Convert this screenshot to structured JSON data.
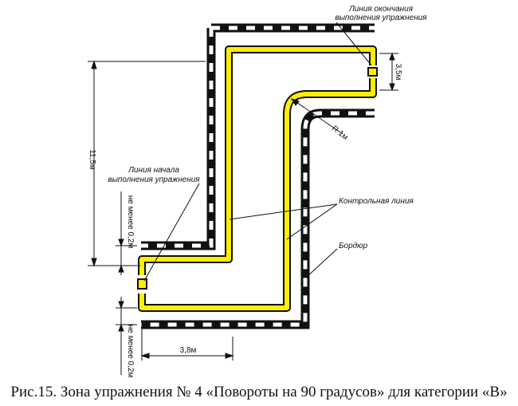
{
  "labels": {
    "end_line_1": "Линия окончания",
    "end_line_2": "выполнения упражнения",
    "start_line_1": "Линия начала",
    "start_line_2": "выполнения упражнения",
    "control_line": "Контрольная линия",
    "border": "Бордюр"
  },
  "dimensions": {
    "height": "11,5м",
    "width": "3,8м",
    "end_zone": "3,5м",
    "radius": "R 1м",
    "min_gap_top": "не менее 0,2м",
    "min_gap_bottom": "не менее 0,2м"
  },
  "caption": "Рис.15. Зона упражнения № 4 «Повороты на 90 градусов» для категории «В»",
  "colors": {
    "control_line": "#ffee00",
    "border_dark": "#111111",
    "border_light": "#ffffff"
  }
}
